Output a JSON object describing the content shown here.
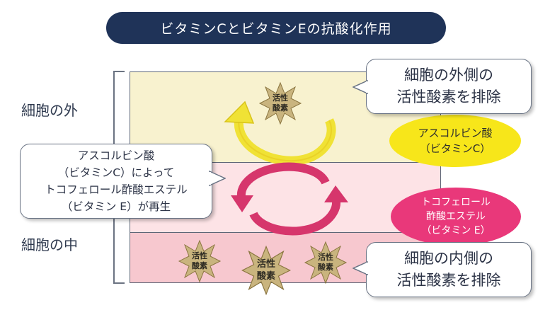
{
  "title": "ビタミンCとビタミンEの抗酸化作用",
  "labels": {
    "outside": "細胞の外",
    "inside": "細胞の中"
  },
  "callouts": {
    "outside": [
      "細胞の外側の",
      "活性酸素を排除"
    ],
    "inside": [
      "細胞の内側の",
      "活性酸素を排除"
    ],
    "regen": [
      "アスコルビン酸",
      "（ビタミンC）によって",
      "トコフェロール酢酸エステル",
      "（ビタミン E）が再生"
    ]
  },
  "ellipses": {
    "vitamin_c": [
      "アスコルビン酸",
      "（ビタミンC）"
    ],
    "vitamin_e": [
      "トコフェロール",
      "酢酸エステル",
      "（ビタミン E）"
    ]
  },
  "bursts": [
    {
      "id": "top",
      "lines": [
        "活性",
        "酸素"
      ]
    },
    {
      "id": "bottom-left",
      "lines": [
        "活性",
        "酸素"
      ]
    },
    {
      "id": "bottom-center",
      "lines": [
        "活性",
        "酸素"
      ]
    },
    {
      "id": "bottom-right",
      "lines": [
        "活性",
        "酸素"
      ]
    }
  ],
  "colors": {
    "title_bg": "#1f3358",
    "outside_band": "#f8f2cf",
    "membrane_band": "#fde3e6",
    "inside_band": "#f7c8cf",
    "vitamin_c": "#f7e61a",
    "vitamin_e": "#e9387a",
    "burst": "#c9b47e"
  }
}
